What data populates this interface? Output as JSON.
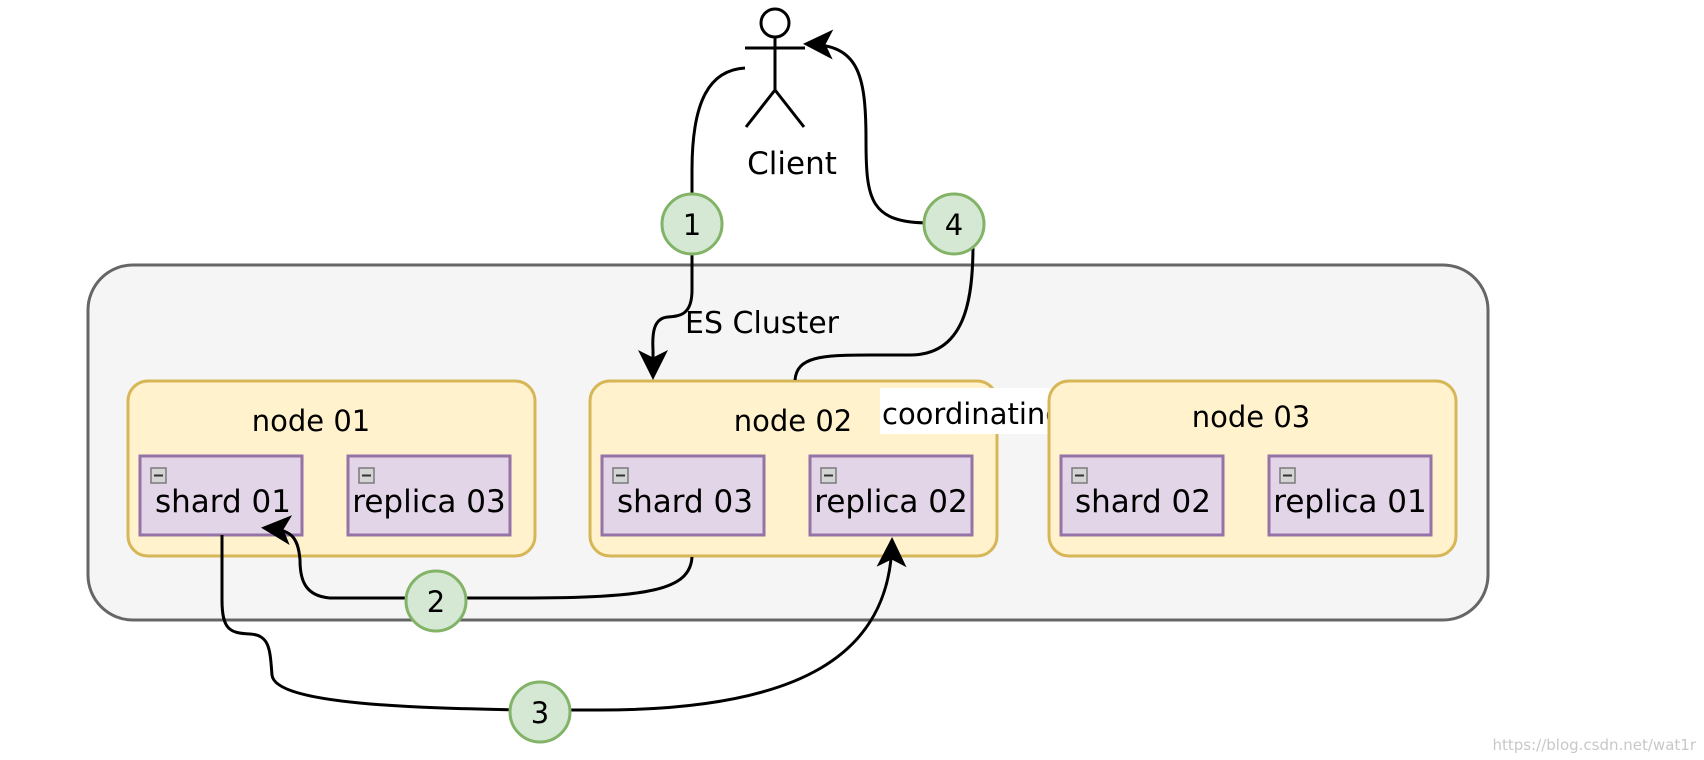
{
  "client": {
    "label": "Client"
  },
  "cluster": {
    "label": "ES Cluster"
  },
  "nodes": [
    {
      "name": "node 01",
      "shards": [
        "shard 01",
        "replica 03"
      ]
    },
    {
      "name": "node 02",
      "shards": [
        "shard 03",
        "replica 02"
      ],
      "badge": "coordinating"
    },
    {
      "name": "node 03",
      "shards": [
        "shard 02",
        "replica 01"
      ]
    }
  ],
  "steps": [
    "1",
    "2",
    "3",
    "4"
  ],
  "watermark": "https://blog.csdn.net/wat1r",
  "colors": {
    "cluster_fill": "#f5f5f5",
    "cluster_stroke": "#666666",
    "node_fill": "#fff2cc",
    "node_stroke": "#d6b656",
    "shard_fill": "#e1d5e7",
    "shard_stroke": "#9673a6",
    "step_fill": "#d5e8d4",
    "step_stroke": "#82b366"
  }
}
